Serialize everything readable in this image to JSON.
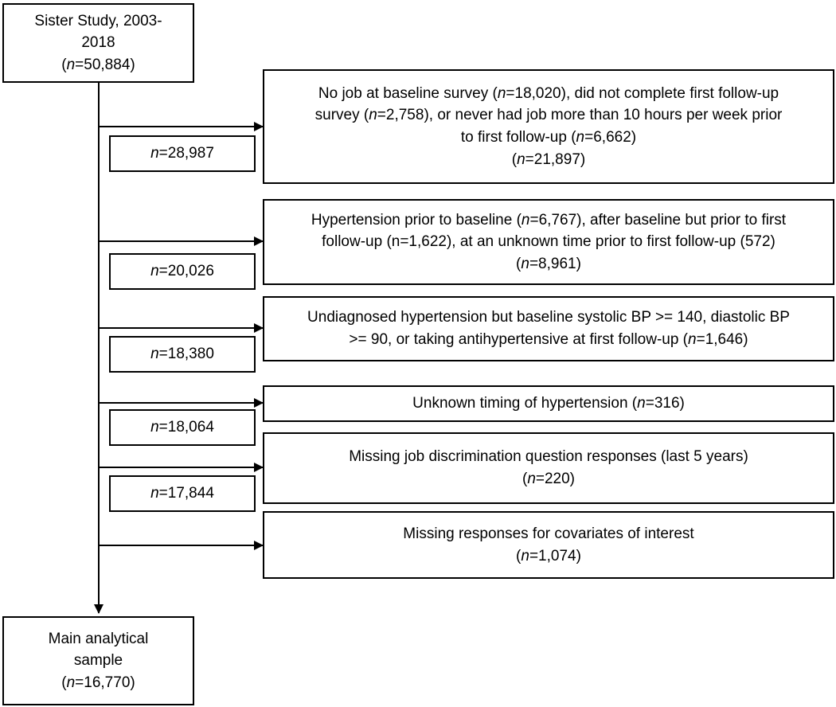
{
  "start": {
    "lines": [
      "Sister Study, 2003-",
      "2018",
      "(|n|=50,884)"
    ]
  },
  "exclusions": [
    {
      "count": "|n|=28,987",
      "lines": [
        "No job at baseline survey (|n|=18,020), did not complete first follow-up",
        "survey (|n|=2,758), or never had job more than 10 hours per week prior",
        "to first follow-up (|n|=6,662)",
        "(|n|=21,897)"
      ]
    },
    {
      "count": "|n|=20,026",
      "lines": [
        "Hypertension prior to baseline (|n|=6,767), after baseline but prior to first",
        "follow-up (n=1,622), at an unknown time prior to first follow-up (572)",
        "(|n|=8,961)"
      ]
    },
    {
      "count": "|n|=18,380",
      "lines": [
        "Undiagnosed hypertension but baseline systolic BP >= 140, diastolic BP",
        ">= 90, or taking antihypertensive at first follow-up (|n|=1,646)"
      ]
    },
    {
      "count": "|n|=18,064",
      "lines": [
        "Unknown timing of hypertension (|n|=316)"
      ]
    },
    {
      "count": "|n|=17,844",
      "lines": [
        "Missing job discrimination question responses (last 5 years)",
        "(|n|=220)"
      ]
    },
    {
      "count": "",
      "lines": [
        "Missing responses for covariates of interest",
        "(|n|=1,074)"
      ]
    }
  ],
  "final": {
    "lines": [
      "Main analytical",
      "sample",
      "(|n|=16,770)"
    ]
  }
}
